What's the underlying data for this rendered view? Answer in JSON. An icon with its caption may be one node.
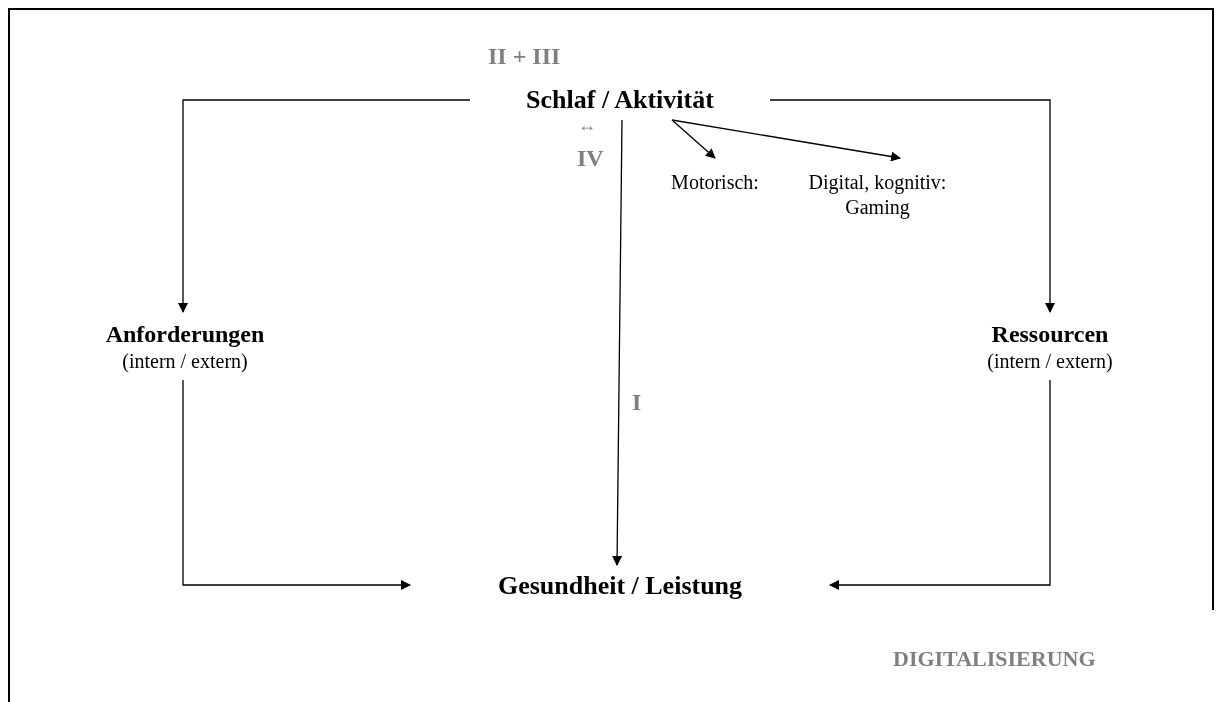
{
  "diagram": {
    "nodes": [
      {
        "text": [
          "Schlaf / Aktivität"
        ]
      },
      {
        "text": [
          "Motorisch:"
        ]
      },
      {
        "text": [
          "Digital, kognitiv: Gaming"
        ]
      },
      {
        "text": [
          "Anforderungen",
          "(intern / extern)"
        ]
      },
      {
        "text": [
          "Ressourcen",
          "(intern / extern)"
        ]
      },
      {
        "text": [
          "Gesundheit / Leistung"
        ]
      }
    ],
    "edges": [
      {
        "from": 0,
        "to": 3,
        "arrow": "to"
      },
      {
        "from": 0,
        "to": 4,
        "arrow": "to"
      },
      {
        "from": 0,
        "to": 1,
        "arrow": "to"
      },
      {
        "from": 0,
        "to": 2,
        "arrow": "to"
      },
      {
        "from": 0,
        "to": 5,
        "arrow": "to"
      },
      {
        "from": 3,
        "to": 5,
        "arrow": "to"
      },
      {
        "from": 4,
        "to": 5,
        "arrow": "to"
      }
    ],
    "labels": [
      "II + III",
      "↔",
      "IV",
      "I",
      "DIGITALISIERUNG"
    ]
  }
}
